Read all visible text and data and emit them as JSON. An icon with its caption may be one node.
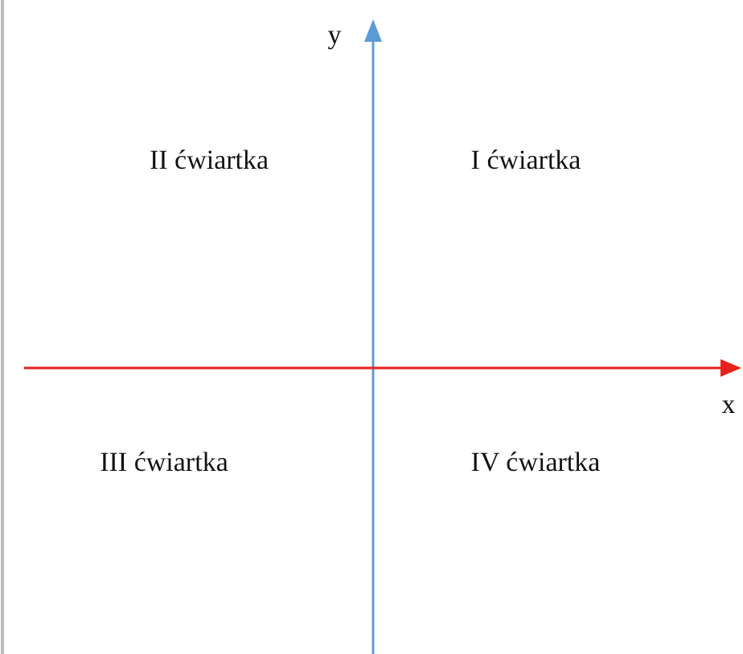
{
  "diagram": {
    "labels": [
      "y",
      "II ćwiartka",
      "I ćwiartka",
      "x",
      "III ćwiartka",
      "IV ćwiartka"
    ]
  }
}
